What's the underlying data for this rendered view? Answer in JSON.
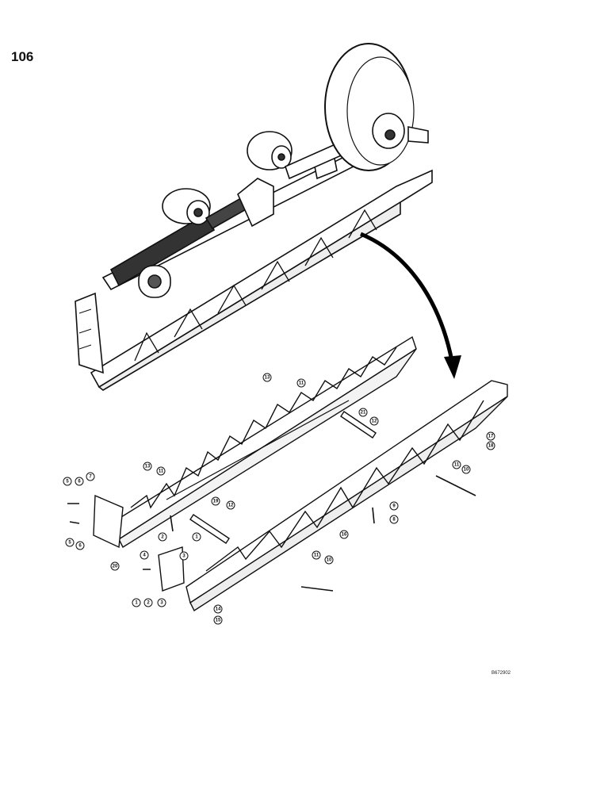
{
  "page": {
    "number": "106"
  },
  "drawing": {
    "code": "B672902"
  },
  "callouts": [
    {
      "label": "1"
    },
    {
      "label": "2"
    },
    {
      "label": "3"
    },
    {
      "label": "1"
    },
    {
      "label": "2"
    },
    {
      "label": "3"
    },
    {
      "label": "4"
    },
    {
      "label": "5"
    },
    {
      "label": "6"
    },
    {
      "label": "7"
    },
    {
      "label": "5"
    },
    {
      "label": "6"
    },
    {
      "label": "8"
    },
    {
      "label": "9"
    },
    {
      "label": "10"
    },
    {
      "label": "11"
    },
    {
      "label": "10"
    },
    {
      "label": "11"
    },
    {
      "label": "12"
    },
    {
      "label": "12"
    },
    {
      "label": "13"
    },
    {
      "label": "11"
    },
    {
      "label": "13"
    },
    {
      "label": "11"
    },
    {
      "label": "14"
    },
    {
      "label": "15"
    },
    {
      "label": "16"
    },
    {
      "label": "17"
    },
    {
      "label": "18"
    },
    {
      "label": "19"
    },
    {
      "label": "20"
    },
    {
      "label": "21"
    }
  ]
}
